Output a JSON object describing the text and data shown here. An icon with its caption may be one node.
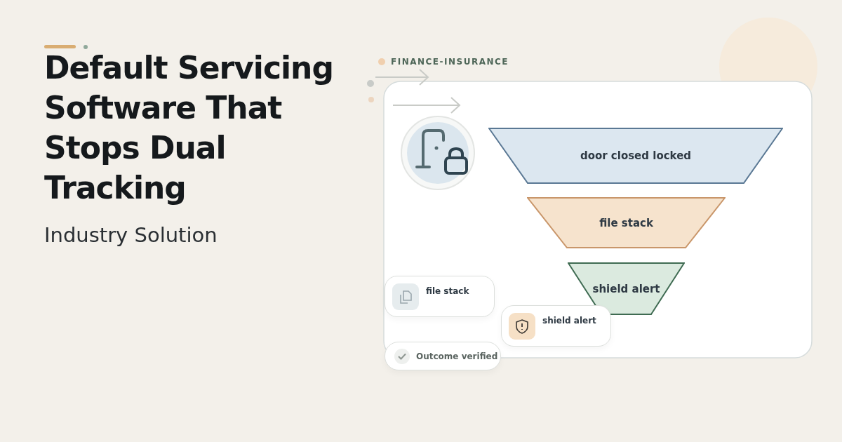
{
  "diagram": {
    "title": "Default Servicing Software That Stops Dual Tracking",
    "nodes": [
      {
        "text": [
          "door closed locked"
        ]
      },
      {
        "text": [
          "file stack"
        ]
      },
      {
        "text": [
          "shield alert"
        ]
      },
      {
        "text": [
          "file stack"
        ]
      },
      {
        "text": [
          "shield alert"
        ]
      },
      {
        "text": [
          "Outcome verified"
        ]
      }
    ],
    "labels": [
      "Industry Solution",
      "FINANCE-INSURANCE"
    ]
  }
}
